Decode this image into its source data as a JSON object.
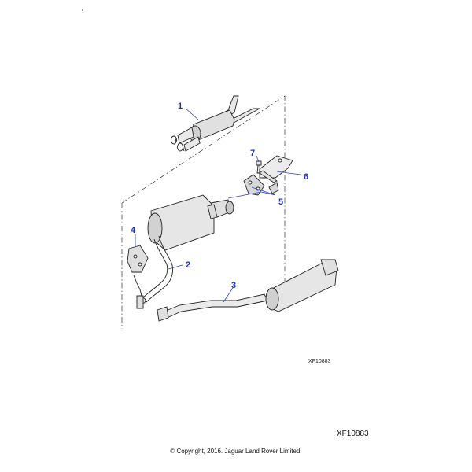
{
  "diagram": {
    "callouts": [
      {
        "id": "1",
        "label": "1"
      },
      {
        "id": "2",
        "label": "2"
      },
      {
        "id": "3",
        "label": "3"
      },
      {
        "id": "4",
        "label": "4"
      },
      {
        "id": "5",
        "label": "5"
      },
      {
        "id": "6",
        "label": "6"
      },
      {
        "id": "7",
        "label": "7"
      }
    ],
    "reference_small": "XF10883",
    "reference_large": "XF10883",
    "copyright": "© Copyright, 2016. Jaguar Land Rover Limited."
  },
  "colors": {
    "callout_text": "#1a2fd6",
    "line": "#222222",
    "part_fill": "#e6e6e6",
    "part_shadow": "#c4c4c4"
  }
}
